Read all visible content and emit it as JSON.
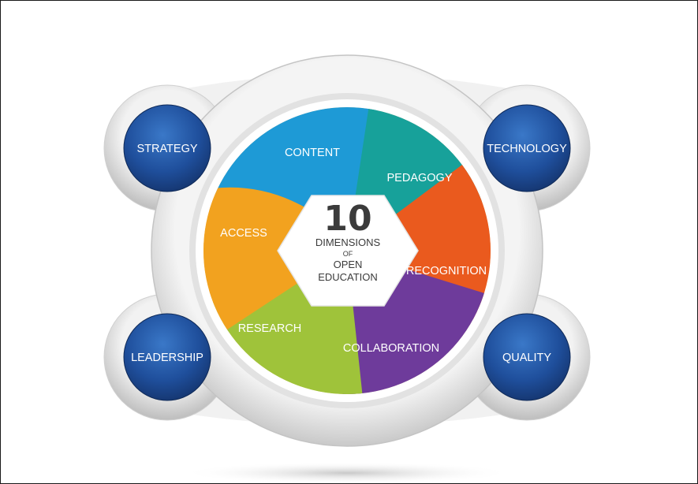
{
  "diagram": {
    "center": {
      "number": "10",
      "line1": "DIMENSIONS",
      "line2": "OF",
      "line3": "OPEN",
      "line4": "EDUCATION"
    },
    "segments": [
      {
        "label": "CONTENT",
        "color": "#1e9ad6"
      },
      {
        "label": "PEDAGOGY",
        "color": "#17a19a"
      },
      {
        "label": "RECOGNITION",
        "color": "#ea5a1e"
      },
      {
        "label": "COLLABORATION",
        "color": "#6e3b9b"
      },
      {
        "label": "RESEARCH",
        "color": "#9fc33a"
      },
      {
        "label": "ACCESS",
        "color": "#f2a21f"
      }
    ],
    "satellites": [
      {
        "label": "STRATEGY"
      },
      {
        "label": "TECHNOLOGY"
      },
      {
        "label": "LEADERSHIP"
      },
      {
        "label": "QUALITY"
      }
    ],
    "satellite_color": "#1f4f9c"
  }
}
